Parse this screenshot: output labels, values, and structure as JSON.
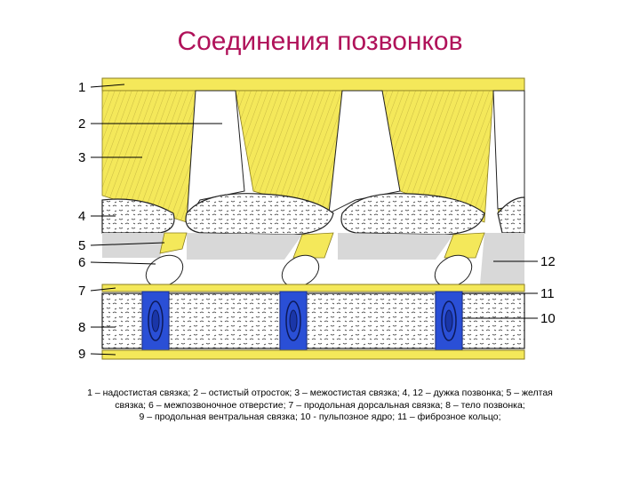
{
  "title": "Соединения позвонков",
  "labels": {
    "l1": "1",
    "l2": "2",
    "l3": "3",
    "l4": "4",
    "l5": "5",
    "l6": "6",
    "l7": "7",
    "l8": "8",
    "l9": "9",
    "l10": "10",
    "l11": "11",
    "l12": "12"
  },
  "caption": {
    "line1": "1 – надостистая связка; 2 – остистый отросток; 3 – межостистая связка; 4, 12 – дужка позвонка; 5 – желтая",
    "line2": "связка; 6 – межпозвоночное отверстие; 7 – продольная дорсальная связка; 8 – тело позвонка;",
    "line3": "9 – продольная вентральная связка; 10 - пульпозное ядро; 11 – фиброзное кольцо;"
  },
  "colors": {
    "ligament_yellow": "#f4e85a",
    "disc_blue": "#2a4fd6",
    "bone_white": "#ffffff",
    "title": "#b0125a"
  }
}
